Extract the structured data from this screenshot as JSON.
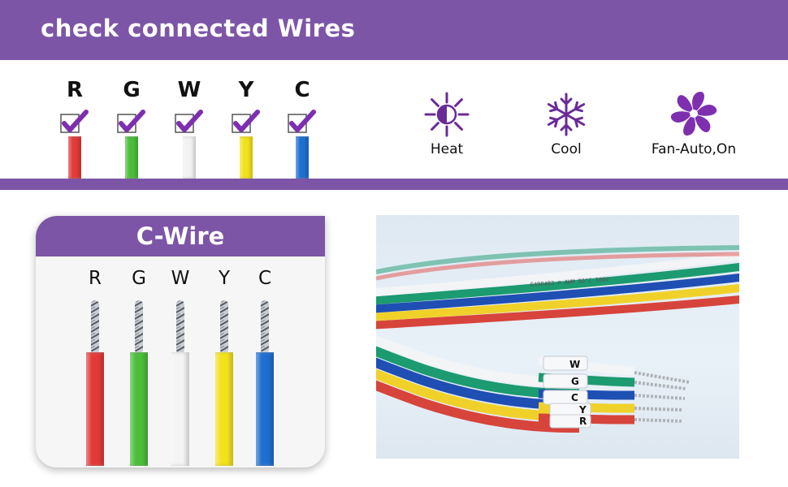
{
  "header": {
    "title": "check connected Wires"
  },
  "wires": [
    {
      "letter": "R",
      "color": "#e23a3a"
    },
    {
      "letter": "G",
      "color": "#4bbd3a"
    },
    {
      "letter": "W",
      "color": "#f2f2f2"
    },
    {
      "letter": "Y",
      "color": "#f2e21c"
    },
    {
      "letter": "C",
      "color": "#1f6fd0"
    }
  ],
  "modes": [
    {
      "label": "Heat",
      "icon": "sun-icon"
    },
    {
      "label": "Cool",
      "icon": "snowflake-icon"
    },
    {
      "label": "Fan-Auto,On",
      "icon": "fan-icon"
    }
  ],
  "cwire": {
    "title": "C-Wire",
    "wires": [
      {
        "letter": "R",
        "color": "#e23a3a"
      },
      {
        "letter": "G",
        "color": "#4bbd3a"
      },
      {
        "letter": "W",
        "color": "#f4f4f4"
      },
      {
        "letter": "Y",
        "color": "#f2e21c"
      },
      {
        "letter": "C",
        "color": "#1f6fd0"
      }
    ]
  },
  "photo": {
    "labels": [
      "W",
      "G",
      "C",
      "Y",
      "R"
    ],
    "print": "E490483 ® AWM 80°C 300V"
  },
  "colors": {
    "accent": "#7d55a6"
  }
}
